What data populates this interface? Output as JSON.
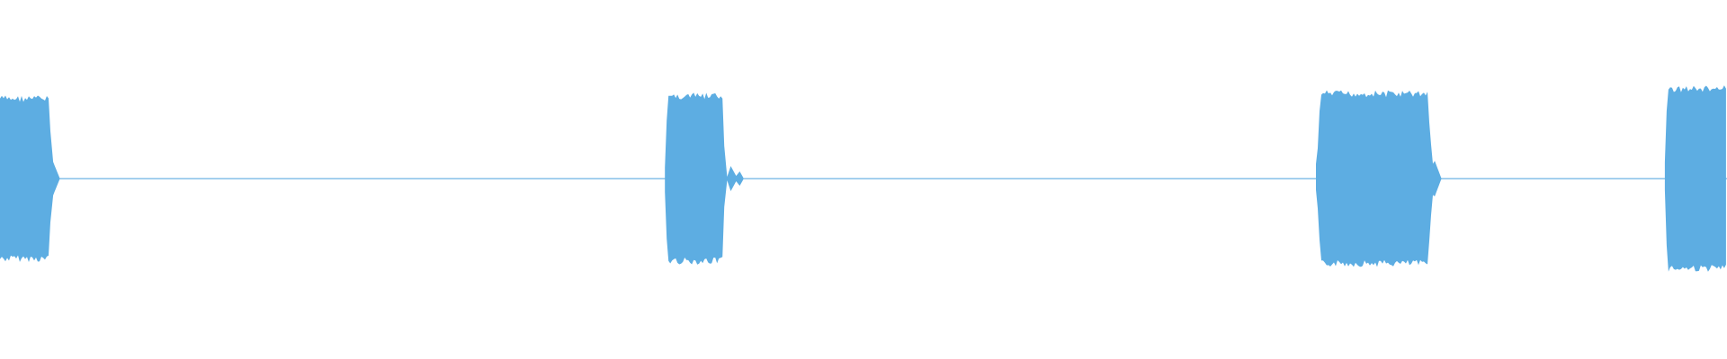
{
  "waveform": {
    "color": "#5dade2",
    "background": "#ffffff",
    "segments": [
      {
        "start": 0.0,
        "end": 0.03,
        "amplitude": 0.33,
        "trail": "fade"
      },
      {
        "start": 0.385,
        "end": 0.42,
        "amplitude": 0.34,
        "trail": "blip"
      },
      {
        "start": 0.762,
        "end": 0.83,
        "amplitude": 0.35,
        "trail": "fade"
      },
      {
        "start": 0.964,
        "end": 1.0,
        "amplitude": 0.37,
        "trail": "none"
      }
    ],
    "baseline_amplitude": 0.003
  }
}
